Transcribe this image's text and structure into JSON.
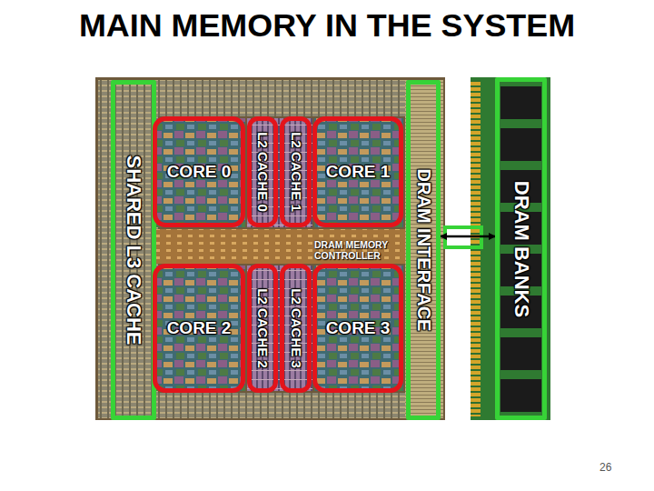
{
  "diagram": {
    "title": "MAIN MEMORY IN THE SYSTEM",
    "nodes": [
      {
        "text": [
          "SHARED L3 CACHE"
        ]
      },
      {
        "text": [
          "CORE 0"
        ]
      },
      {
        "text": [
          "L2 CACHE 0"
        ]
      },
      {
        "text": [
          "L2 CACHE 1"
        ]
      },
      {
        "text": [
          "CORE 1"
        ]
      },
      {
        "text": [
          "CORE 2"
        ]
      },
      {
        "text": [
          "L2 CACHE 2"
        ]
      },
      {
        "text": [
          "L2 CACHE 3"
        ]
      },
      {
        "text": [
          "CORE 3"
        ]
      },
      {
        "text": [
          "DRAM INTERFACE"
        ]
      },
      {
        "text": [
          "DRAM BANKS"
        ]
      }
    ],
    "edges": [
      {
        "from": 9,
        "to": 10,
        "arrow": "both"
      }
    ],
    "labels": [
      "DRAM MEMORY CONTROLLER",
      "26"
    ]
  }
}
